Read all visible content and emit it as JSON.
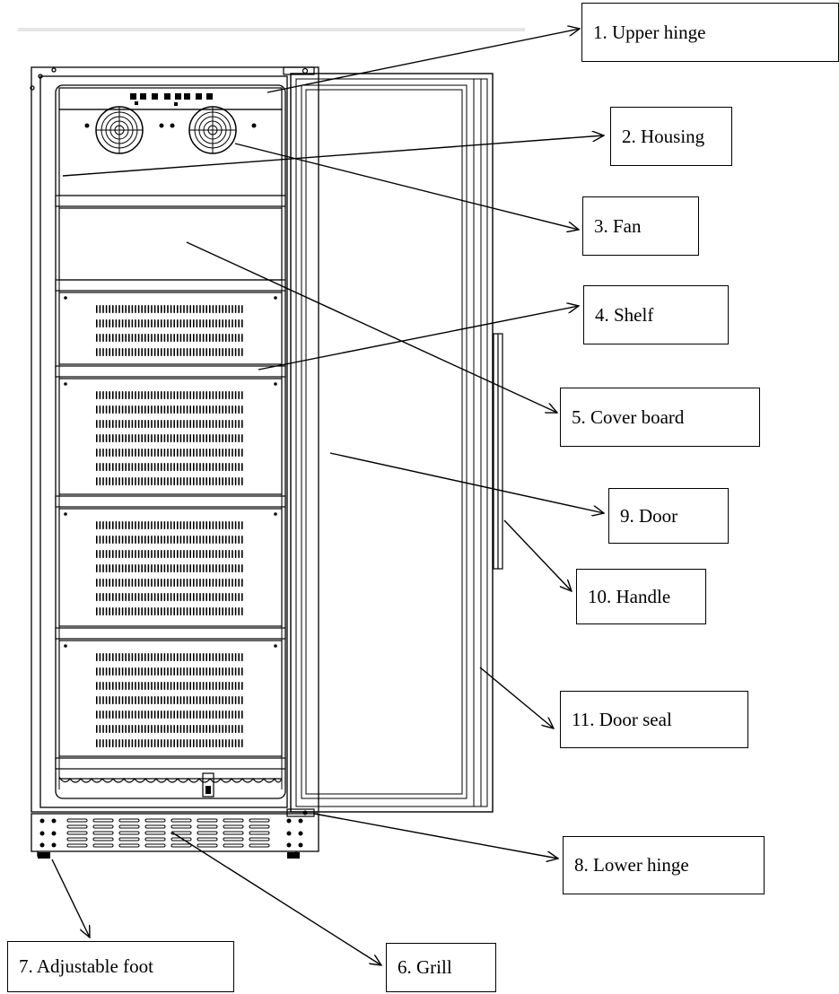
{
  "labels": [
    {
      "id": "upper-hinge",
      "text": "1. Upper hinge"
    },
    {
      "id": "housing",
      "text": "2. Housing"
    },
    {
      "id": "fan",
      "text": "3. Fan"
    },
    {
      "id": "shelf",
      "text": "4. Shelf"
    },
    {
      "id": "cover-board",
      "text": "5. Cover board"
    },
    {
      "id": "grill",
      "text": "6. Grill"
    },
    {
      "id": "adjustable-foot",
      "text": "7. Adjustable foot"
    },
    {
      "id": "lower-hinge",
      "text": "8. Lower hinge"
    },
    {
      "id": "door",
      "text": "9. Door"
    },
    {
      "id": "handle",
      "text": "10. Handle"
    },
    {
      "id": "door-seal",
      "text": "11. Door seal"
    }
  ]
}
